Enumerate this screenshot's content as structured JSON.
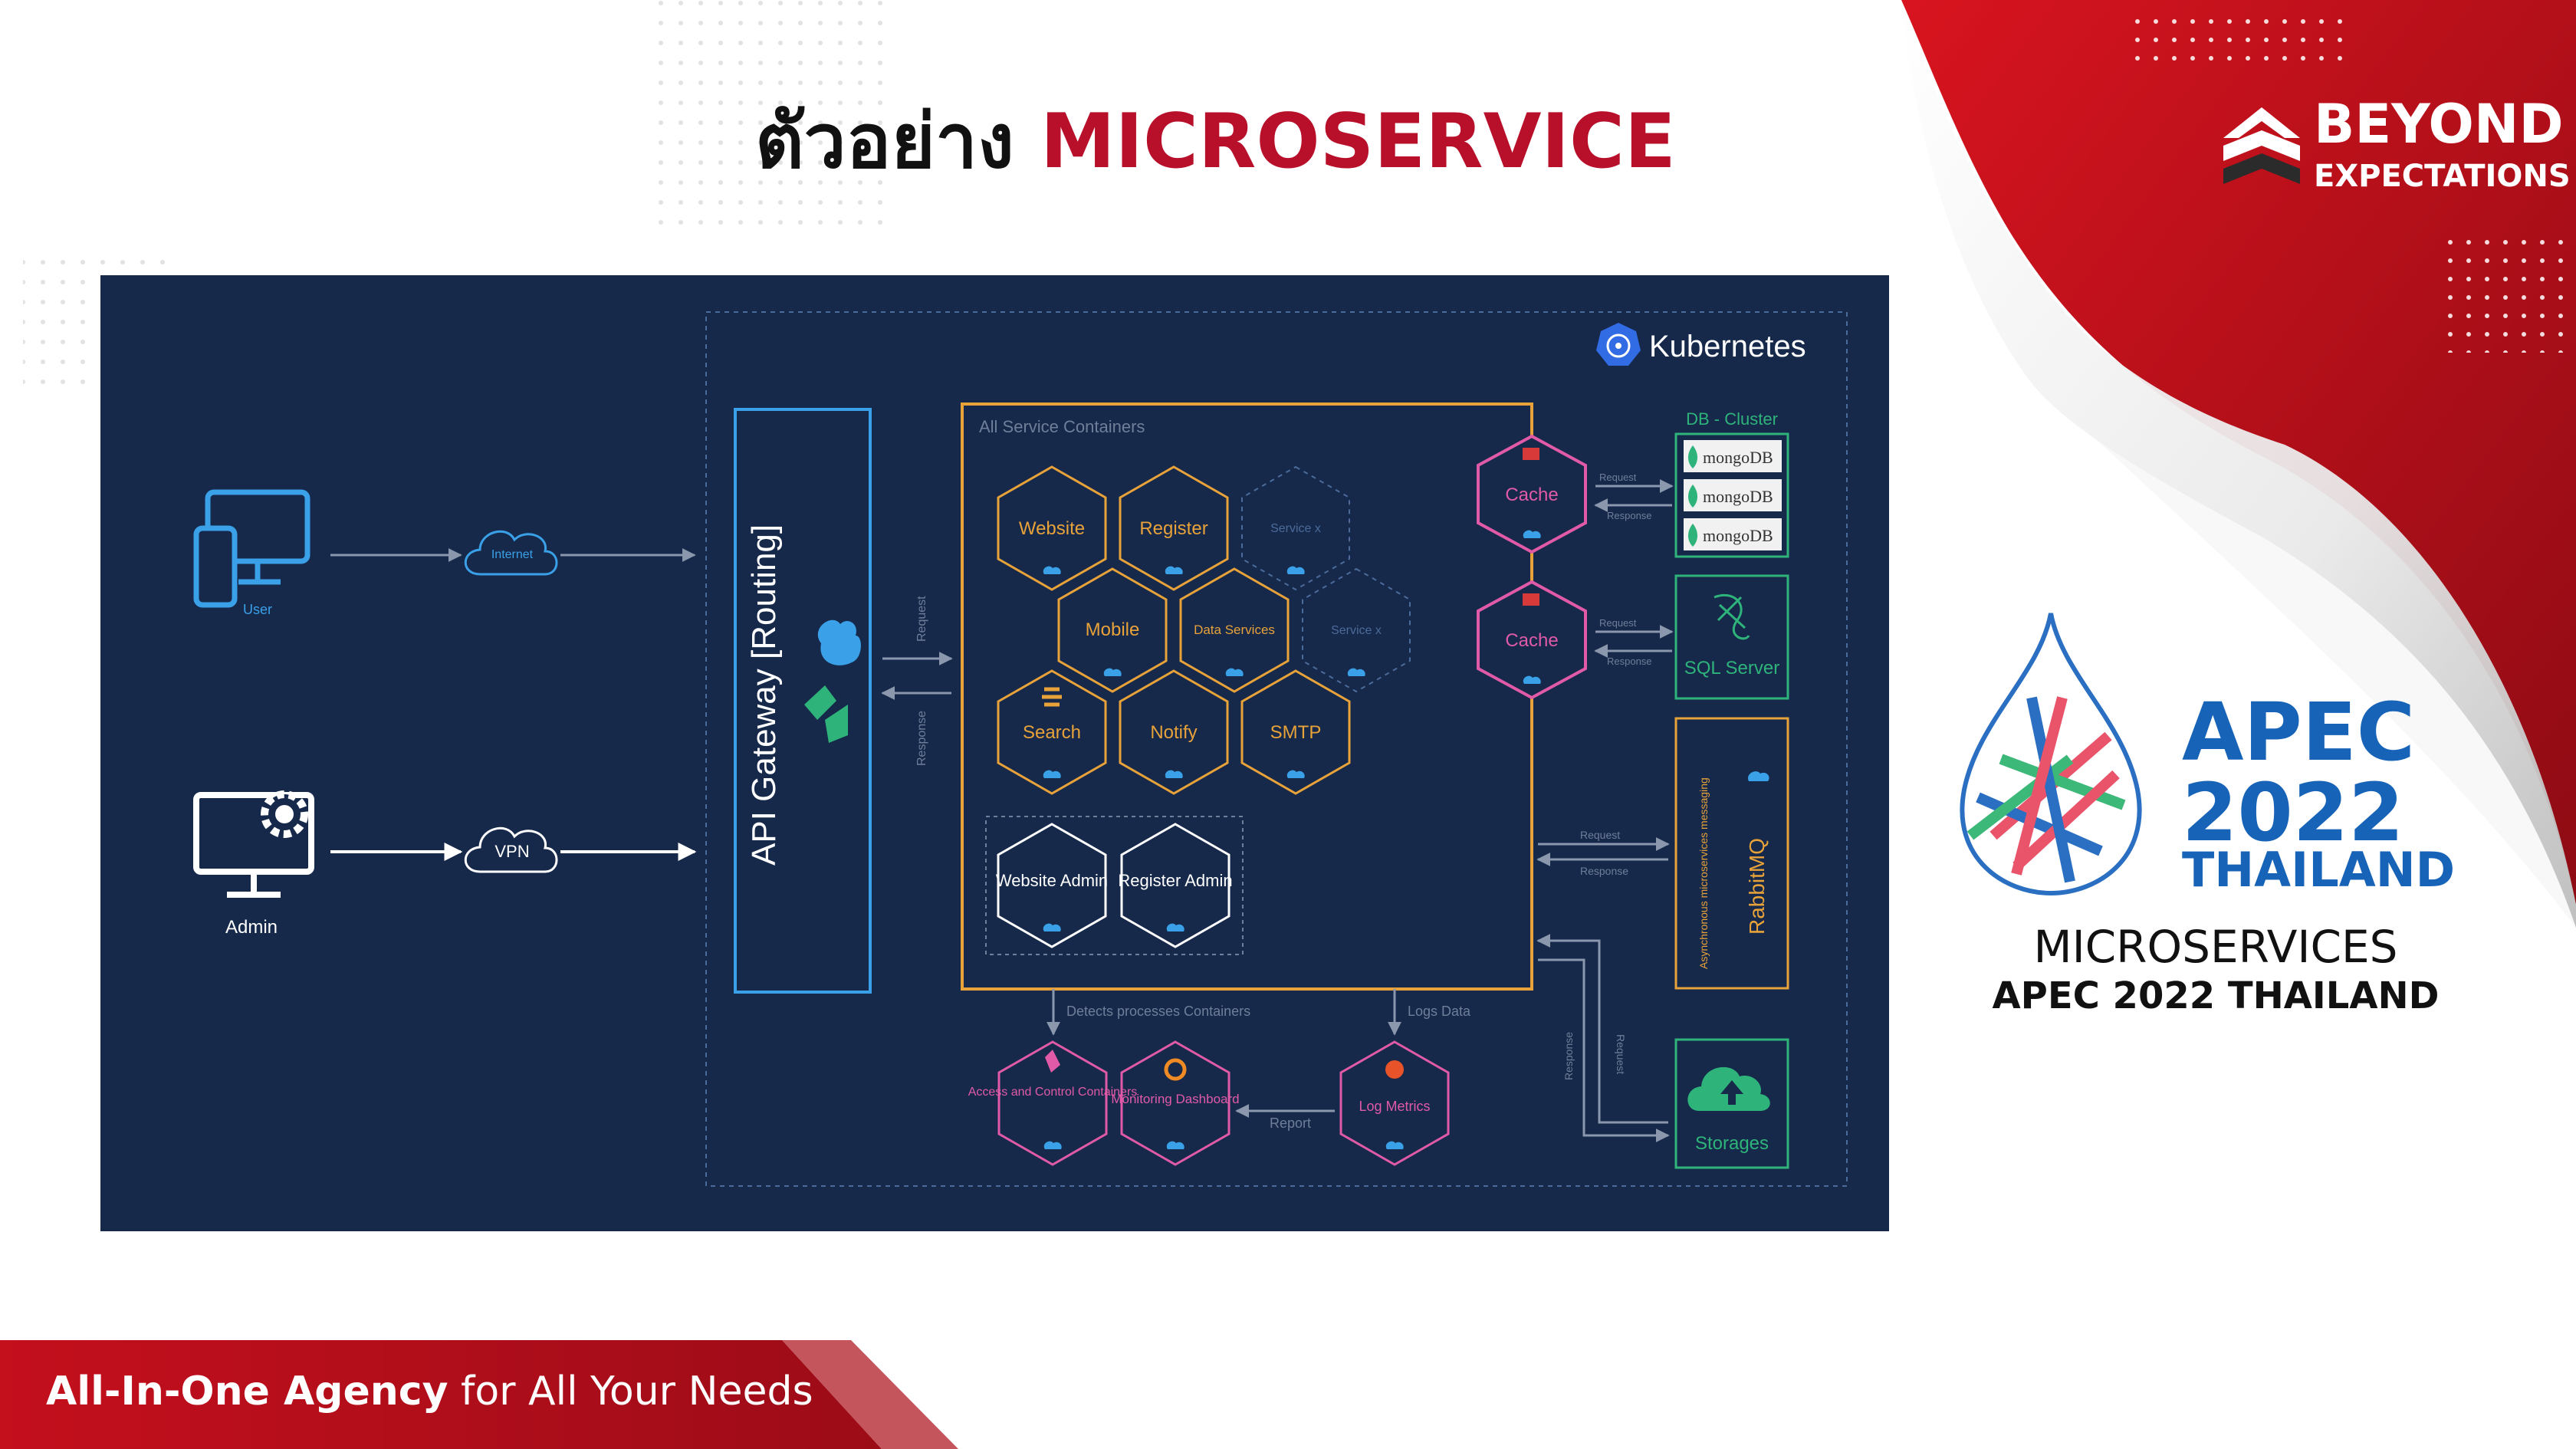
{
  "slide": {
    "title_prefix": "ตัวอย่าง",
    "title_highlight": "MICROSERVICE"
  },
  "brand": {
    "name": "BEYOND",
    "sub": "EXPECTATIONS"
  },
  "diagram": {
    "platform_label": "Kubernetes",
    "clients": {
      "user_label": "User",
      "internet_label": "Internet",
      "admin_label": "Admin",
      "vpn_label": "VPN"
    },
    "gateway_label": "API Gateway [Routing]",
    "request_label": "Request",
    "response_label": "Response",
    "services_title": "All Service Containers",
    "services": [
      "Website",
      "Register",
      "Service x",
      "Mobile",
      "Data Services",
      "Service x",
      "Search",
      "Notify",
      "SMTP"
    ],
    "admin_services": [
      "Website Admin",
      "Register Admin"
    ],
    "cache_label": "Cache",
    "db_cluster_label": "DB - Cluster",
    "mongo_label": "mongoDB",
    "sql_label": "SQL Server",
    "queue_label": "Asynchronous microservices messaging",
    "rabbit_label": "RabbitMQ",
    "storage_label": "Storages",
    "detects_label": "Detects processes Containers",
    "logs_label": "Logs Data",
    "report_label": "Report",
    "bottom_services": [
      "Access and Control Containers",
      "Monitoring Dashboard",
      "Log Metrics"
    ]
  },
  "apec": {
    "word": "APEC",
    "year": "2022",
    "country": "THAILAND"
  },
  "caption": {
    "line1": "MICROSERVICES",
    "line2": "APEC 2022 THAILAND"
  },
  "footer": {
    "tagline_bold": "All-In-One Agency",
    "tagline_rest": " for All Your Needs"
  },
  "colors": {
    "brand_red": "#b8102a",
    "diagram_bg": "#16294a",
    "orange": "#e8a23a",
    "pink": "#e05aa8",
    "green": "#2eb37a",
    "blue": "#3aa0e8",
    "apec_blue": "#1763b8"
  }
}
